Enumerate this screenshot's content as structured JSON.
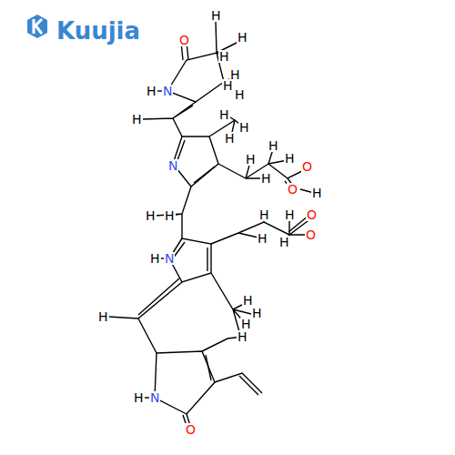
{
  "diagram": {
    "labels": [
      "Kuujia",
      "O",
      "H",
      "H",
      "H",
      "H",
      "H",
      "H",
      "H",
      "N",
      "H",
      "H",
      "H",
      "H",
      "H",
      "H",
      "H",
      "H",
      "O",
      "O",
      "H",
      "N",
      "H",
      "H",
      "H",
      "H",
      "H",
      "H",
      "O",
      "O",
      "H",
      "N",
      "H",
      "H",
      "H",
      "H",
      "H",
      "H",
      "N",
      "O"
    ]
  }
}
